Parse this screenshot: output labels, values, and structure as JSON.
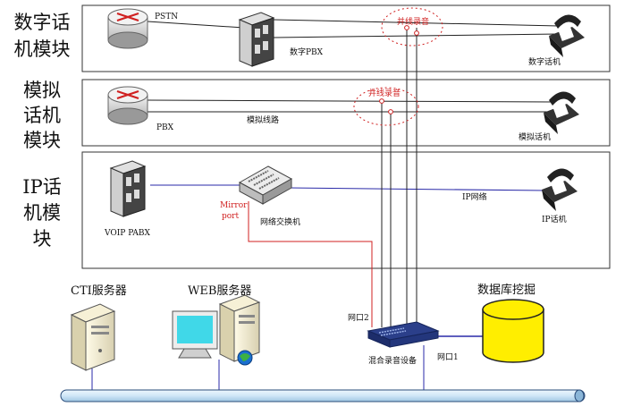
{
  "modules": [
    {
      "title_lines": [
        "数字话",
        "机模块"
      ]
    },
    {
      "title_lines": [
        "模拟",
        "话机",
        "模块"
      ]
    },
    {
      "title_lines": [
        "IP话",
        "机模",
        "块"
      ]
    }
  ],
  "labels": {
    "pstn": "PSTN",
    "digital_pbx": "数字PBX",
    "digital_phone": "数字话机",
    "parallel_rec_1": "并线录音",
    "pbx": "PBX",
    "analog_line": "模拟线路",
    "parallel_rec_2": "并线录音",
    "analog_phone": "模拟话机",
    "voip_pabx": "VOIP PABX",
    "mirror_port_line1": "Mirror",
    "mirror_port_line2": "port",
    "network_switch": "网络交换机",
    "ip_network": "IP网络",
    "ip_phone": "IP话机",
    "cti_server": "CTI服务器",
    "web_server": "WEB服务器",
    "database_mining": "数据库挖掘",
    "port2": "网口2",
    "port1": "网口1",
    "hybrid_recorder": "混合录音设备"
  },
  "colors": {
    "blue_line": "#2a2aa8",
    "red_line": "#d02020",
    "db_yellow": "#ffee00",
    "bus_blue": "#cfe6f7"
  }
}
